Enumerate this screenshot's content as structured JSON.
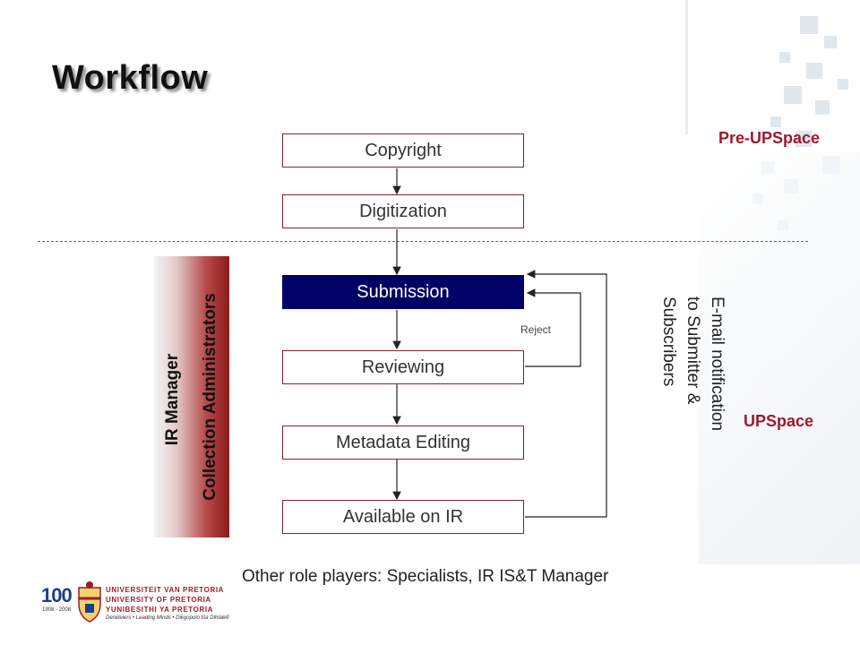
{
  "title": "Workflow",
  "regions": {
    "pre": "Pre-UPSpace",
    "main": "UPSpace"
  },
  "steps": [
    {
      "label": "Copyright",
      "active": false
    },
    {
      "label": "Digitization",
      "active": false
    },
    {
      "label": "Submission",
      "active": true
    },
    {
      "label": "Reviewing",
      "active": false
    },
    {
      "label": "Metadata Editing",
      "active": false
    },
    {
      "label": "Available on IR",
      "active": false
    }
  ],
  "reject_label": "Reject",
  "roles": {
    "line1": "IR Manager",
    "line2": "Collection Administrators"
  },
  "notification": {
    "line1": "E-mail notification",
    "line2": "to Submitter &",
    "line3": "Subscribers"
  },
  "other_roles": "Other role players: Specialists, IR IS&T Manager",
  "logo": {
    "centenary": "100",
    "years": "1908 - 2008",
    "name_af": "UNIVERSITEIT VAN PRETORIA",
    "name_en": "UNIVERSITY OF PRETORIA",
    "name_ns": "YUNIBESITHI YA PRETORIA",
    "motto": "Denkleiers • Leading Minds • Dikgopolo tša Dihlalefi"
  },
  "colors": {
    "accent": "#a01830",
    "active_box": "#000066",
    "box_border": "#8a1f2a"
  }
}
